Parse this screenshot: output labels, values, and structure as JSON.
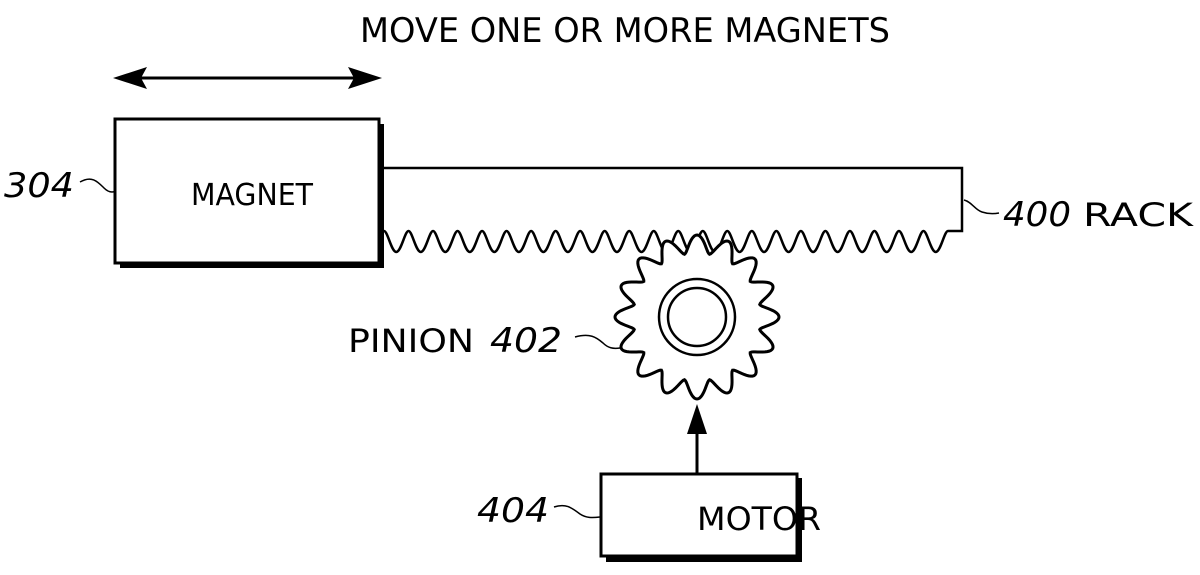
{
  "title": "MOVE ONE OR MORE MAGNETS",
  "components": {
    "magnet": {
      "label": "MAGNET",
      "ref": "304"
    },
    "rack": {
      "label": "RACK",
      "ref": "400"
    },
    "pinion": {
      "label": "PINION",
      "ref": "402"
    },
    "motor": {
      "label": "MOTOR",
      "ref": "404"
    }
  },
  "colors": {
    "ink": "#000000",
    "paper": "#ffffff"
  }
}
